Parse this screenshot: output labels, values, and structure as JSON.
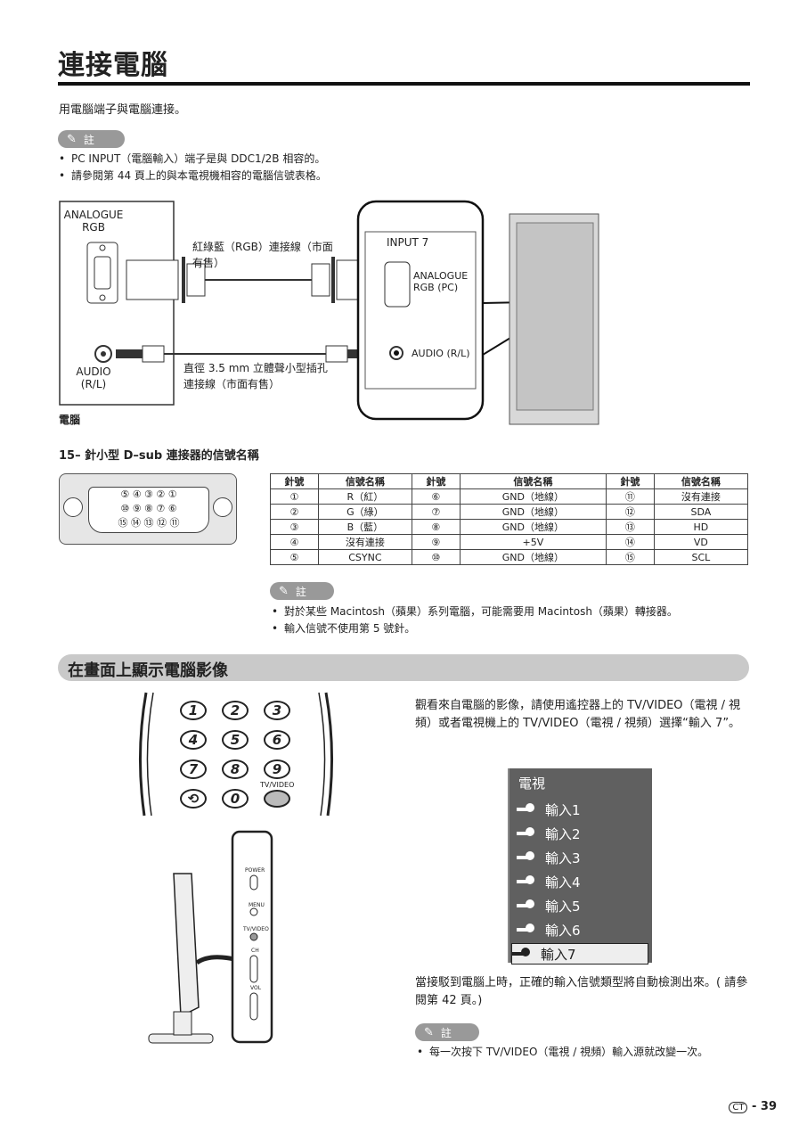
{
  "title": "連接電腦",
  "intro": "用電腦端子與電腦連接。",
  "note_label": "註",
  "notes1": [
    "PC INPUT（電腦輸入）端子是與 DDC1/2B 相容的。",
    "請參閱第 44 頁上的與本電視機相容的電腦信號表格。"
  ],
  "diagram": {
    "pc_rgb": "ANALOGUE RGB",
    "pc_audio": "AUDIO (R/L)",
    "pc_label": "電腦",
    "rgb_cable": "紅綠藍（RGB）連接線（市面有售）",
    "audio_cable": "直徑 3.5 mm 立體聲小型插孔連接線（市面有售）",
    "tv_input": "INPUT 7",
    "tv_rgb": "ANALOGUE RGB (PC)",
    "tv_audio": "AUDIO (R/L)"
  },
  "dsub_heading": "15– 針小型 D–sub 連接器的信號名稱",
  "dsub_rows": [
    [
      "⑤",
      "④",
      "③",
      "②",
      "①"
    ],
    [
      "⑩",
      "⑨",
      "⑧",
      "⑦",
      "⑥"
    ],
    [
      "⑮",
      "⑭",
      "⑬",
      "⑫",
      "⑪"
    ]
  ],
  "pin_table": {
    "headers": [
      "針號",
      "信號名稱",
      "針號",
      "信號名稱",
      "針號",
      "信號名稱"
    ],
    "rows": [
      [
        "①",
        "R（紅）",
        "⑥",
        "GND（地線）",
        "⑪",
        "沒有連接"
      ],
      [
        "②",
        "G（綠）",
        "⑦",
        "GND（地線）",
        "⑫",
        "SDA"
      ],
      [
        "③",
        "B（藍）",
        "⑧",
        "GND（地線）",
        "⑬",
        "HD"
      ],
      [
        "④",
        "沒有連接",
        "⑨",
        "+5V",
        "⑭",
        "VD"
      ],
      [
        "⑤",
        "CSYNC",
        "⑩",
        "GND（地線）",
        "⑮",
        "SCL"
      ]
    ]
  },
  "notes2": [
    "對於某些 Macintosh（蘋果）系列電腦，可能需要用 Macintosh（蘋果）轉接器。",
    "輸入信號不使用第 5 號針。"
  ],
  "section_title": "在畫面上顯示電腦影像",
  "description": "觀看來自電腦的影像，請使用遙控器上的 TV/VIDEO（電視 / 視頻）或者電視機上的 TV/VIDEO（電視 / 視頻）選擇“輸入 7”。",
  "remote_keys": [
    "1",
    "2",
    "3",
    "4",
    "5",
    "6",
    "7",
    "8",
    "9",
    "⟲",
    "0"
  ],
  "remote_tvvideo": "TV/VIDEO",
  "tv_side": {
    "power": "POWER",
    "menu": "MENU",
    "tvvideo": "TV/VIDEO",
    "ch": "CH",
    "vol": "VOL"
  },
  "menu": {
    "head": "電視",
    "items": [
      {
        "n": "1",
        "label": "輸入1"
      },
      {
        "n": "2",
        "label": "輸入2"
      },
      {
        "n": "3",
        "label": "輸入3"
      },
      {
        "n": "4",
        "label": "輸入4"
      },
      {
        "n": "5",
        "label": "輸入5"
      },
      {
        "n": "6",
        "label": "輸入6"
      },
      {
        "n": "7",
        "label": "輸入7",
        "selected": true
      }
    ]
  },
  "after_text": "當接駁到電腦上時，正確的輸入信號類型將自動檢測出來。( 請參閱第 42 頁。)",
  "notes3": [
    "每一次按下 TV/VIDEO（電視 / 視頻）輸入源就改變一次。"
  ],
  "page": {
    "code": "CT",
    "number": "39"
  },
  "colors": {
    "menu_bg": "#606060",
    "section_bar": "#c9c9c9",
    "note_pill": "#999999"
  }
}
